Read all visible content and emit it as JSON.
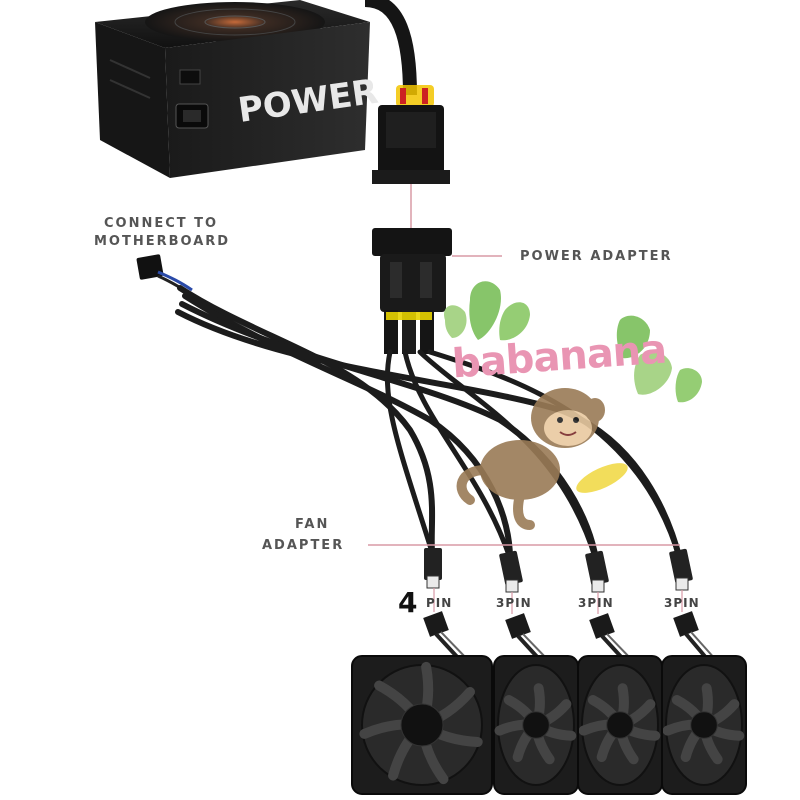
{
  "psu": {
    "label": "POWER"
  },
  "labels": {
    "motherboard_line1": "CONNECT TO",
    "motherboard_line2": "MOTHERBOARD",
    "power_adapter": "POWER ADAPTER",
    "fan_adapter_line1": "FAN",
    "fan_adapter_line2": "ADAPTER"
  },
  "fans": [
    {
      "pin_number": "4",
      "pin_label": "PIN"
    },
    {
      "pin_number": "3",
      "pin_label": "PIN"
    },
    {
      "pin_number": "3",
      "pin_label": "PIN"
    },
    {
      "pin_number": "3",
      "pin_label": "PIN"
    }
  ],
  "watermark": {
    "text": "babanana"
  },
  "colors": {
    "leader_line": "#d99aa6",
    "cable": "#1c1c1c",
    "watermark_pink": "#e995b3",
    "leaf_green": "#7bbf5a",
    "monkey_brown": "#9a7b56"
  }
}
